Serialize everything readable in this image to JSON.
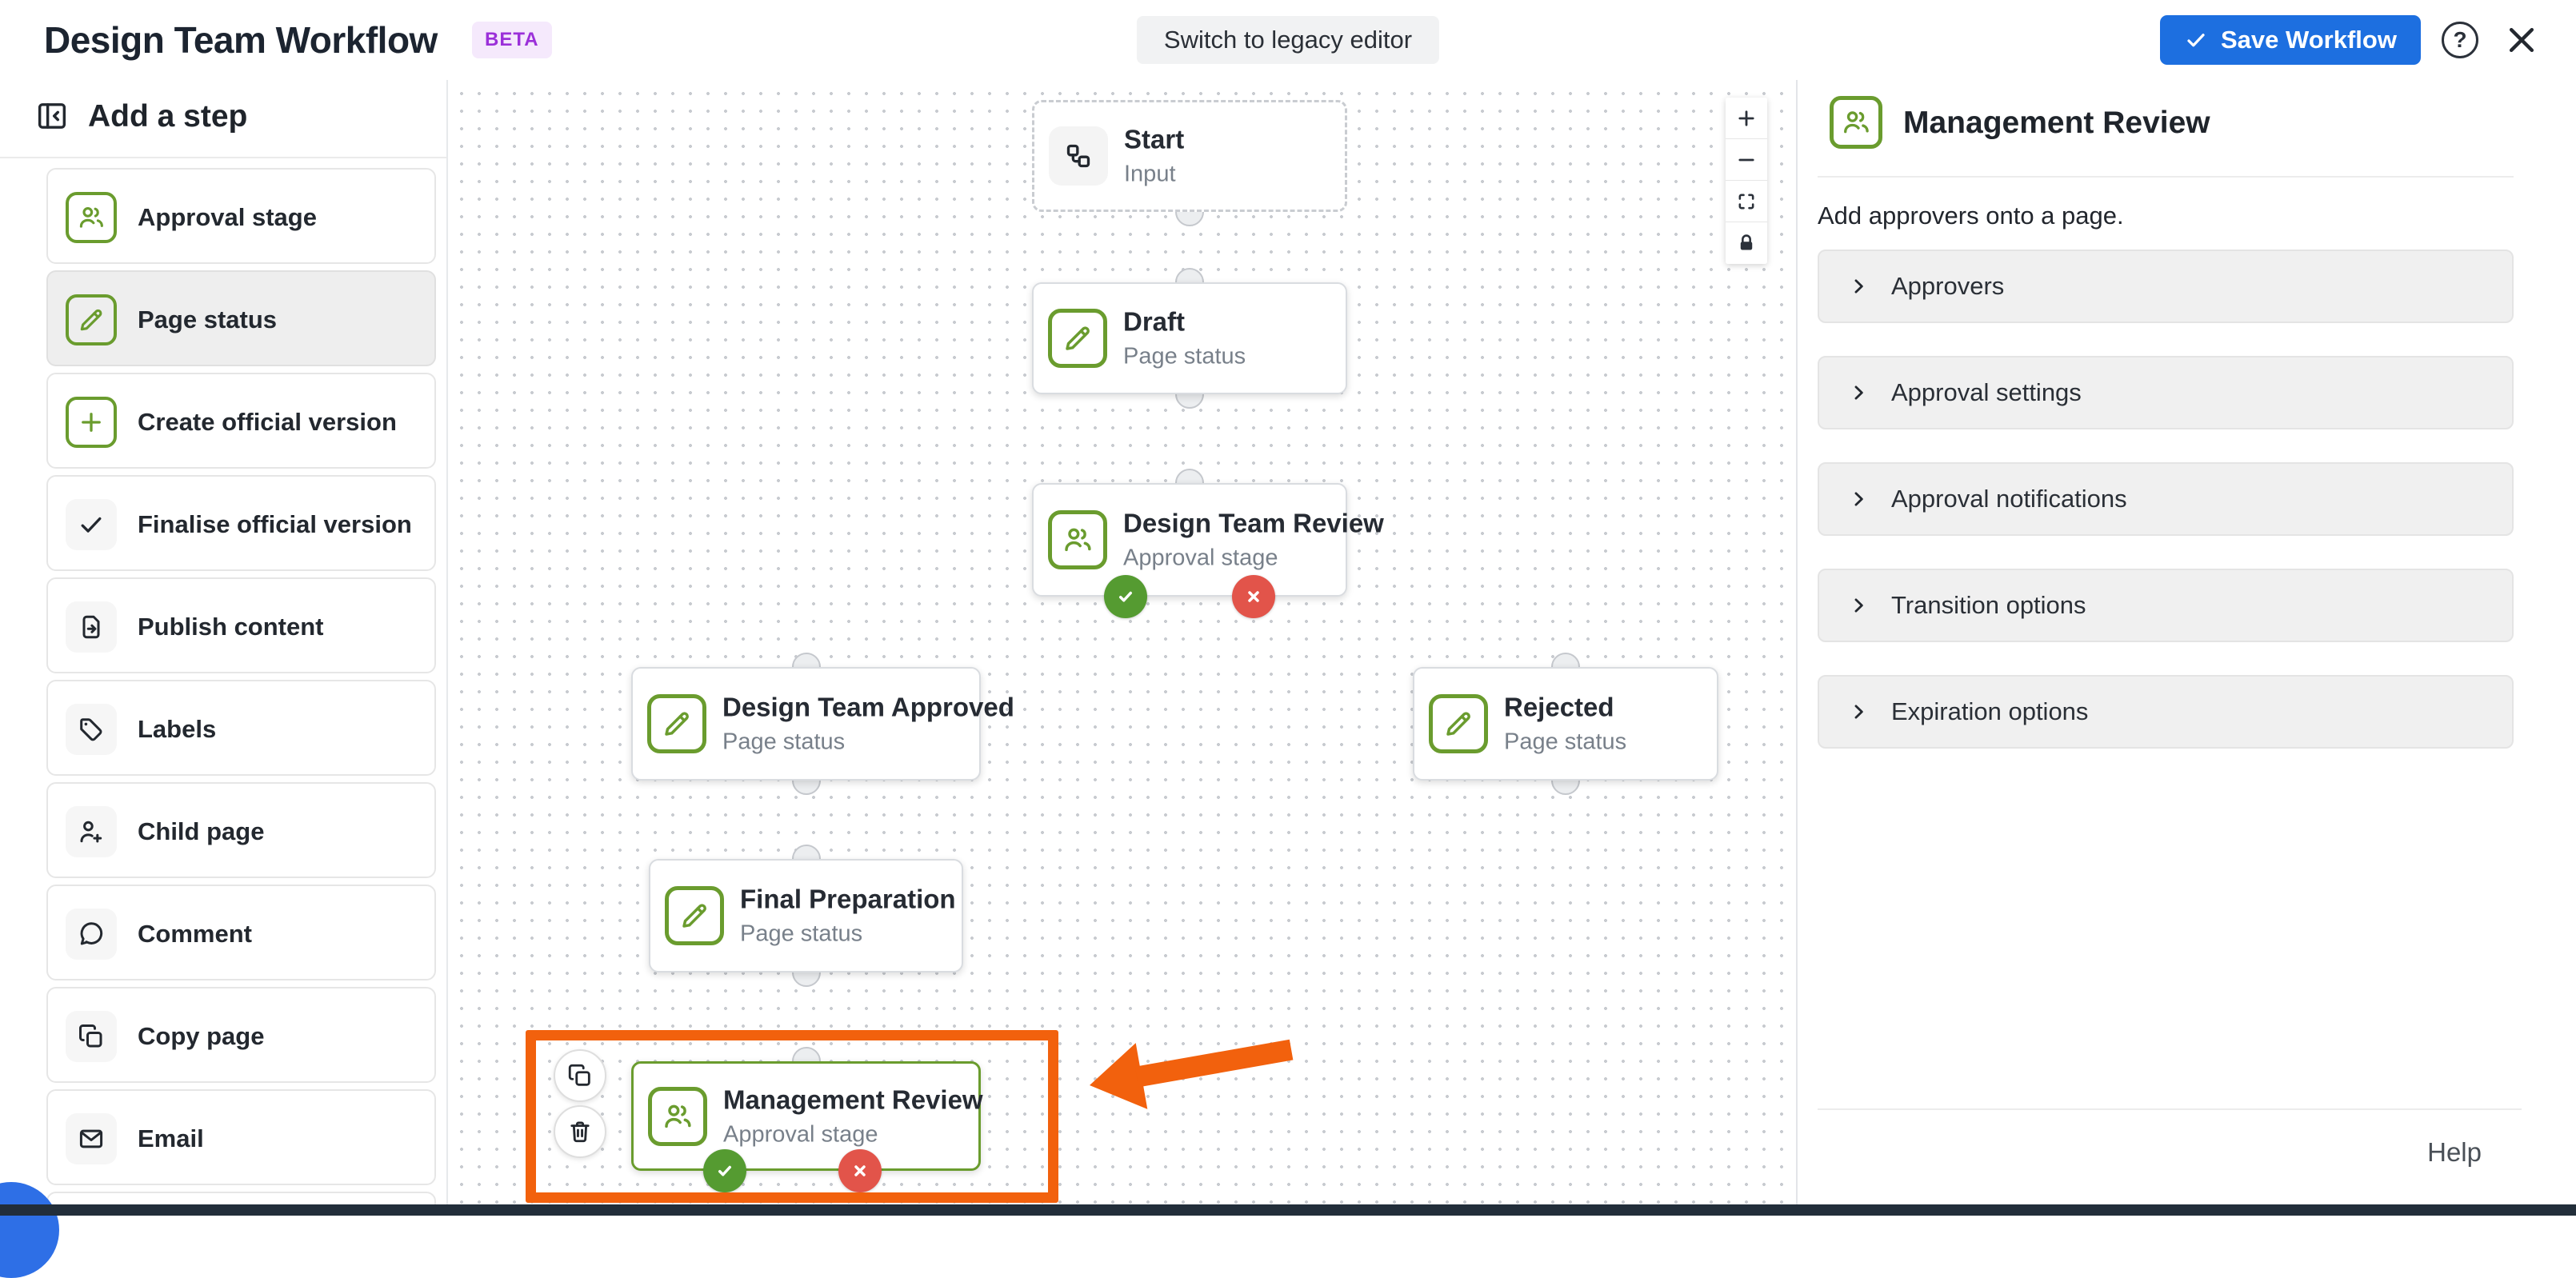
{
  "header": {
    "title": "Design Team Workflow",
    "beta_label": "BETA",
    "switch_label": "Switch to legacy editor",
    "save_label": "Save Workflow",
    "help_label": "?"
  },
  "sidebar": {
    "title": "Add a step",
    "items": [
      {
        "label": "Approval stage",
        "icon": "people-icon",
        "style": "green"
      },
      {
        "label": "Page status",
        "icon": "pencil-icon",
        "style": "green",
        "selected": true
      },
      {
        "label": "Create official version",
        "icon": "plus-icon",
        "style": "green"
      },
      {
        "label": "Finalise official version",
        "icon": "check-icon",
        "style": "gray"
      },
      {
        "label": "Publish content",
        "icon": "publish-icon",
        "style": "gray"
      },
      {
        "label": "Labels",
        "icon": "tag-icon",
        "style": "gray"
      },
      {
        "label": "Child page",
        "icon": "person-plus-icon",
        "style": "gray"
      },
      {
        "label": "Comment",
        "icon": "comment-icon",
        "style": "gray"
      },
      {
        "label": "Copy page",
        "icon": "copy-icon",
        "style": "gray"
      },
      {
        "label": "Email",
        "icon": "email-icon",
        "style": "gray"
      }
    ]
  },
  "canvas": {
    "nodes": [
      {
        "title": "Start",
        "subtitle": "Input",
        "icon": "flow-icon",
        "variant": "start"
      },
      {
        "title": "Draft",
        "subtitle": "Page status",
        "icon": "pencil-icon"
      },
      {
        "title": "Design Team Review",
        "subtitle": "Approval stage",
        "icon": "people-icon",
        "approve_badge": true,
        "reject_badge": true
      },
      {
        "title": "Design Team Approved",
        "subtitle": "Page status",
        "icon": "pencil-icon"
      },
      {
        "title": "Rejected",
        "subtitle": "Page status",
        "icon": "pencil-icon"
      },
      {
        "title": "Final Preparation",
        "subtitle": "Page status",
        "icon": "pencil-icon"
      },
      {
        "title": "Management Review",
        "subtitle": "Approval stage",
        "icon": "people-icon",
        "approve_badge": true,
        "reject_badge": true,
        "selected": true
      }
    ],
    "zoom_controls": [
      "zoom-in",
      "zoom-out",
      "fit-view",
      "lock"
    ]
  },
  "panel": {
    "title": "Management Review",
    "description": "Add approvers onto a page.",
    "sections": [
      {
        "label": "Approvers"
      },
      {
        "label": "Approval settings"
      },
      {
        "label": "Approval notifications"
      },
      {
        "label": "Transition options"
      },
      {
        "label": "Expiration options"
      }
    ],
    "help_label": "Help"
  },
  "colors": {
    "green": "#6a9c2e",
    "badge_green": "#559b31",
    "badge_red": "#e2544a",
    "save_blue": "#1d6fe0",
    "annotation_orange": "#f2610d",
    "beta_purple": "#9b30d9",
    "bottom_bar": "#222e3a"
  }
}
